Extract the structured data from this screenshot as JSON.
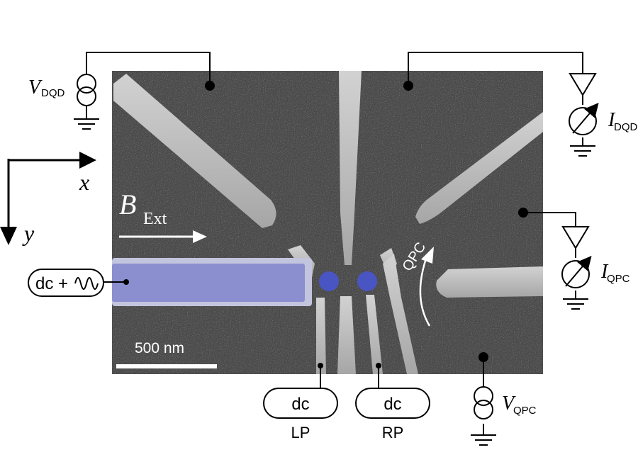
{
  "labels": {
    "v_dqd": {
      "main": "V",
      "sub": "DQD"
    },
    "i_dqd": {
      "main": "I",
      "sub": "DQD"
    },
    "i_qpc": {
      "main": "I",
      "sub": "QPC"
    },
    "v_qpc": {
      "main": "V",
      "sub": "QPC"
    },
    "axis_x": "x",
    "axis_y": "y",
    "b_ext": {
      "main": "B",
      "sub": "Ext"
    },
    "qpc": "QPC",
    "scale_bar": "500 nm",
    "dc_ac_box": "dc +",
    "lp_box": "dc",
    "rp_box": "dc",
    "lp_label": "LP",
    "rp_label": "RP"
  },
  "colors": {
    "substrate": "#4b4b4b",
    "gate": "#b9b9b9",
    "plunger_gate": "#8b8fd0",
    "quantum_dot": "#4a55c4",
    "wire": "#000000"
  },
  "icons": [
    "current-source-icon",
    "ground-icon",
    "amplifier-icon",
    "ammeter-icon",
    "sine-wave-icon"
  ]
}
